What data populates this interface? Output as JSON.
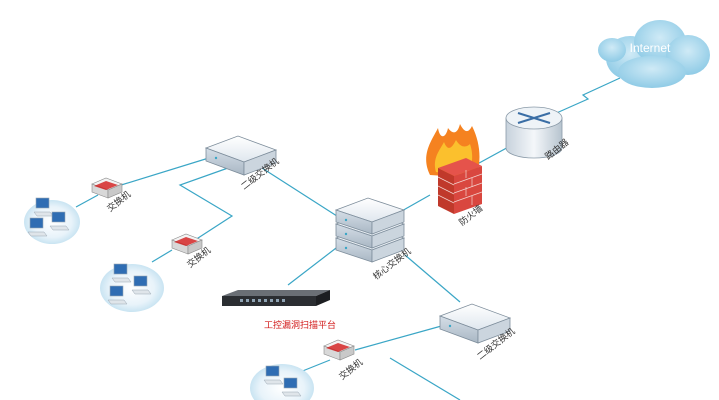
{
  "labels": {
    "internet": "Internet",
    "router": "路由器",
    "firewall": "防火墙",
    "core_switch": "核心交换机",
    "secondary_switch_top": "二级交换机",
    "secondary_switch_bottom": "二级交换机",
    "access_switch_1": "交换机",
    "access_switch_2": "交换机",
    "access_switch_3": "交换机",
    "scan_platform": "工控漏洞扫描平台"
  },
  "colors": {
    "link": "#3aa6c6",
    "cloud": "#a9d9ee",
    "device_top": "#f2f6fa",
    "device_side": "#c9d4de",
    "accent_red": "#d21a1a"
  }
}
